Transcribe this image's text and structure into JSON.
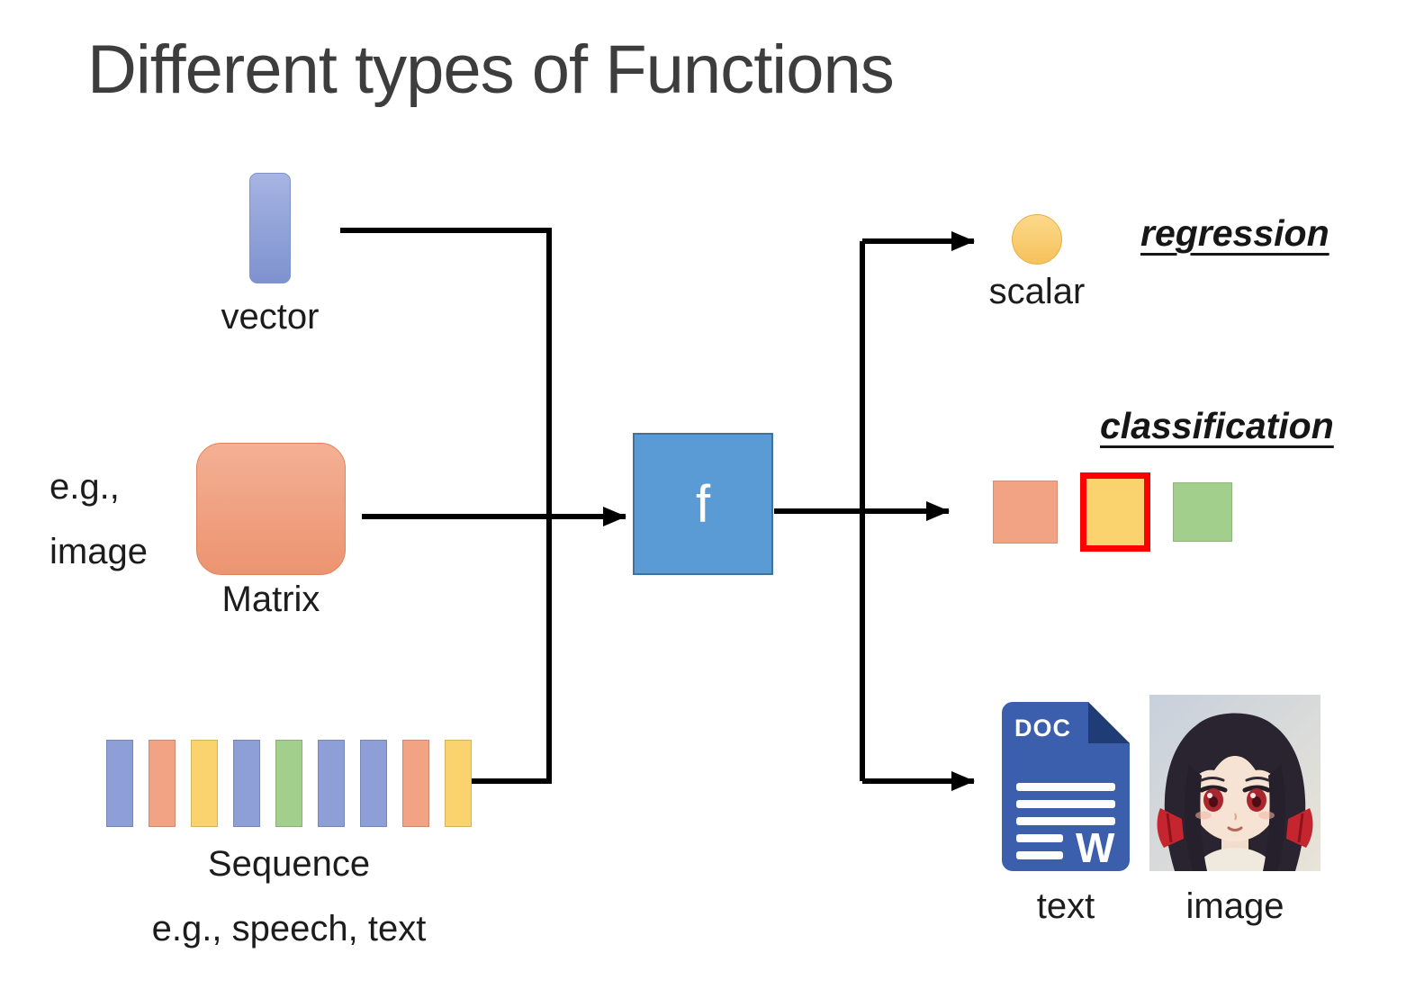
{
  "title": "Different types of Functions",
  "inputs": {
    "vector": {
      "label": "vector"
    },
    "matrix": {
      "label": "Matrix",
      "note": [
        "e.g.,",
        "image"
      ]
    },
    "sequence": {
      "label": "Sequence",
      "note": "e.g., speech, text",
      "bars": [
        "blue",
        "orange",
        "yellow",
        "blue",
        "green",
        "blue",
        "blue",
        "orange",
        "yellow"
      ]
    }
  },
  "function_block": {
    "label": "f"
  },
  "outputs": {
    "regression": {
      "heading": "regression",
      "output_label": "scalar"
    },
    "classification": {
      "heading": "classification",
      "classes": [
        {
          "color": "orange",
          "selected": false
        },
        {
          "color": "yellow",
          "selected": true
        },
        {
          "color": "green",
          "selected": false
        }
      ]
    },
    "structured": {
      "doc_badge": "DOC",
      "doc_letter": "W",
      "text_label": "text",
      "image_label": "image"
    }
  },
  "palette": {
    "blue": "#8d9fd6",
    "orange": "#f1a384",
    "yellow": "#fbd36e",
    "green": "#a3cf8d",
    "f_box": "#5b9bd5",
    "f_box_border": "#41719c",
    "selected_outline": "#ff0000",
    "arrow": "#000000"
  }
}
